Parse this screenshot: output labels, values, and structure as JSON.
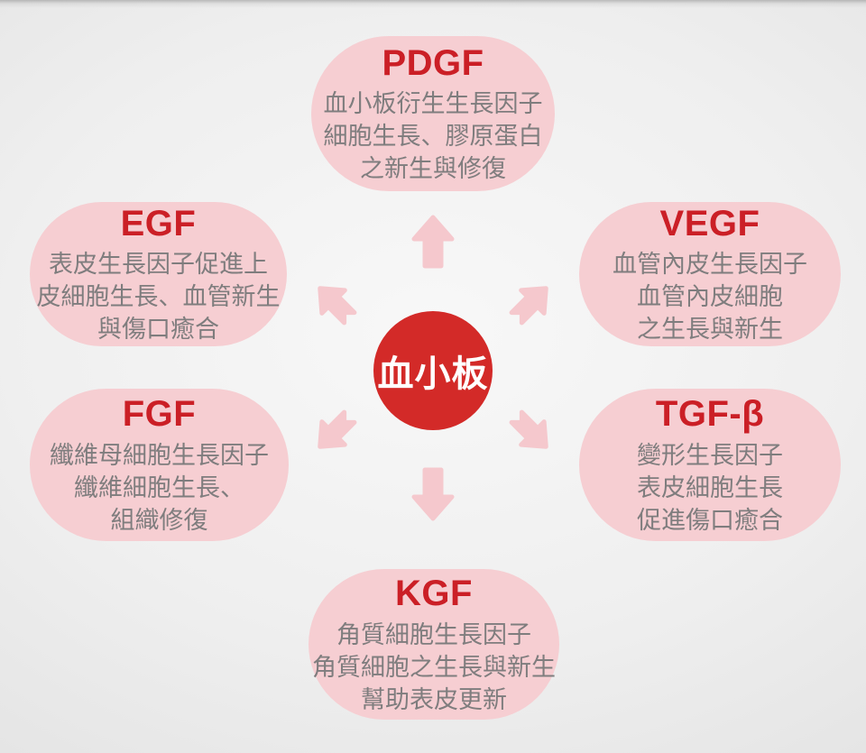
{
  "diagram": {
    "type": "radial-hub-spoke",
    "center": {
      "label": "血小板"
    },
    "nodes": [
      {
        "id": "pdgf",
        "position": "top",
        "title": "PDGF",
        "lines": [
          "血小板衍生生長因子",
          "細胞生長、膠原蛋白",
          "之新生與修復"
        ]
      },
      {
        "id": "egf",
        "position": "upper-left",
        "title": "EGF",
        "lines": [
          "表皮生長因子促進上",
          "皮細胞生長、血管新生",
          "與傷口癒合"
        ]
      },
      {
        "id": "vegf",
        "position": "upper-right",
        "title": "VEGF",
        "lines": [
          "血管內皮生長因子",
          "血管內皮細胞",
          "之生長與新生"
        ]
      },
      {
        "id": "fgf",
        "position": "lower-left",
        "title": "FGF",
        "lines": [
          "纖維母細胞生長因子",
          "纖維細胞生長、",
          "組織修復"
        ]
      },
      {
        "id": "tgf",
        "position": "lower-right",
        "title": "TGF-β",
        "lines": [
          "變形生長因子",
          "表皮細胞生長",
          "促進傷口癒合"
        ]
      },
      {
        "id": "kgf",
        "position": "bottom",
        "title": "KGF",
        "lines": [
          "角質細胞生長因子",
          "角質細胞之生長與新生",
          "幫助表皮更新"
        ]
      }
    ],
    "arrows": [
      "up",
      "upper-left",
      "upper-right",
      "lower-left",
      "lower-right",
      "down"
    ]
  },
  "colors": {
    "bubble_pink": "#f6ced2",
    "arrow_pink": "#f5c8cd",
    "title_red": "#cb1f26",
    "body_gray": "#7f7d7e",
    "center_red": "#d32a28",
    "center_text": "#ffffff"
  }
}
